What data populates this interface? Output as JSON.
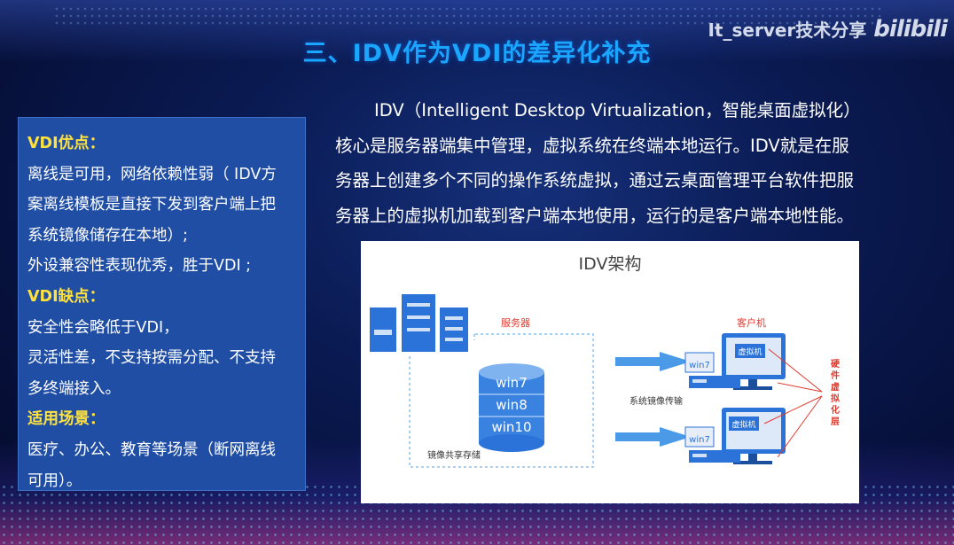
{
  "slide": {
    "title": "三、IDV作为VDI的差异化补充",
    "watermark": "It_server技术分享",
    "watermark_logo": "bilibili"
  },
  "left_panel": {
    "lines": [
      {
        "text": "VDI优点：",
        "heading": true
      },
      {
        "text": "离线是可用，网络依赖性弱（ IDV方",
        "heading": false
      },
      {
        "text": "案离线模板是直接下发到客户端上把",
        "heading": false
      },
      {
        "text": "系统镜像储存在本地）;",
        "heading": false
      },
      {
        "text": "外设兼容性表现优秀，胜于VDI ;",
        "heading": false
      },
      {
        "text": "VDI缺点：",
        "heading": true
      },
      {
        "text": "安全性会略低于VDI，",
        "heading": false
      },
      {
        "text": "灵活性差，不支持按需分配、不支持",
        "heading": false
      },
      {
        "text": "多终端接入。",
        "heading": false
      },
      {
        "text": "适用场景：",
        "heading": true
      },
      {
        "text": "医疗、办公、教育等场景（断网离线",
        "heading": false
      },
      {
        "text": "可用）。",
        "heading": false
      }
    ]
  },
  "paragraph": {
    "lines": [
      "IDV（Intelligent Desktop Virtualization，智能桌面虚拟化）",
      "核心是服务器端集中管理，虚拟系统在终端本地运行。IDV就是在服",
      "务器上创建多个不同的操作系统虚拟，通过云桌面管理平台软件把服",
      "务器上的虚拟机加载到客户端本地使用，运行的是客户端本地性能。"
    ]
  },
  "diagram": {
    "title": "IDV架构",
    "server_label": "服务器",
    "client_label": "客户机",
    "db_labels": [
      "win7",
      "win8",
      "win10"
    ],
    "storage_label": "镜像共享存储",
    "transfer_label": "系统镜像传输",
    "vm_label": "虚拟机",
    "os_label": "win7",
    "hw_layer_label": [
      "硬",
      "件",
      "虚",
      "拟",
      "化",
      "层"
    ],
    "colors": {
      "primary": "#2b73d9",
      "light": "#7fb3f0",
      "red": "#e03a2e",
      "dash": "#8ec1f0"
    }
  }
}
